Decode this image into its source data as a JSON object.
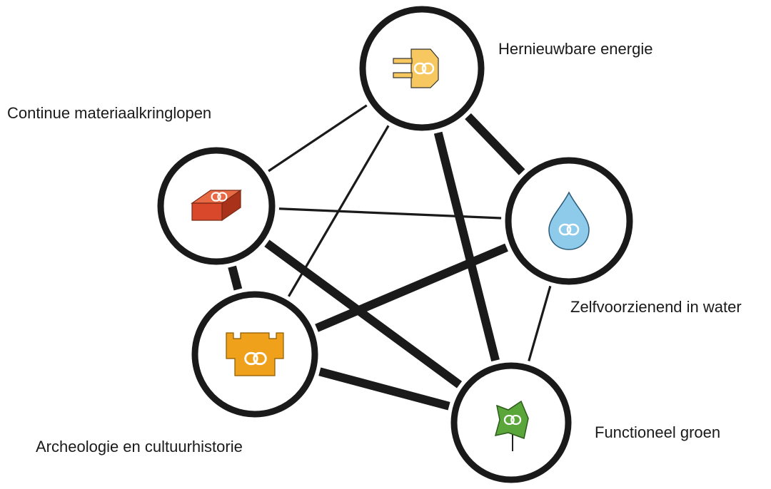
{
  "nodes": [
    {
      "id": "energy",
      "label": "Hernieuwbare energie",
      "icon": "plug-icon",
      "icon_color": "#f7c85f"
    },
    {
      "id": "material",
      "label": "Continue materiaalkringlopen",
      "icon": "brick-icon",
      "icon_color": "#d9482a"
    },
    {
      "id": "water",
      "label": "Zelfvoorzienend in water",
      "icon": "water-drop-icon",
      "icon_color": "#8ecbea"
    },
    {
      "id": "arch",
      "label": "Archeologie en cultuurhistorie",
      "icon": "castle-icon",
      "icon_color": "#f0a11c"
    },
    {
      "id": "green",
      "label": "Functioneel groen",
      "icon": "leaf-icon",
      "icon_color": "#5aa63a"
    }
  ],
  "edges": [
    {
      "from": "energy",
      "to": "water",
      "strength": "thick"
    },
    {
      "from": "energy",
      "to": "material",
      "strength": "thin"
    },
    {
      "from": "energy",
      "to": "arch",
      "strength": "thin"
    },
    {
      "from": "energy",
      "to": "green",
      "strength": "thick"
    },
    {
      "from": "material",
      "to": "water",
      "strength": "thin"
    },
    {
      "from": "material",
      "to": "arch",
      "strength": "thick"
    },
    {
      "from": "material",
      "to": "green",
      "strength": "thick"
    },
    {
      "from": "water",
      "to": "arch",
      "strength": "thick"
    },
    {
      "from": "water",
      "to": "green",
      "strength": "thin"
    },
    {
      "from": "arch",
      "to": "green",
      "strength": "thick"
    }
  ],
  "colors": {
    "stroke": "#1a1a1a",
    "link_symbol": "#ffffff"
  }
}
